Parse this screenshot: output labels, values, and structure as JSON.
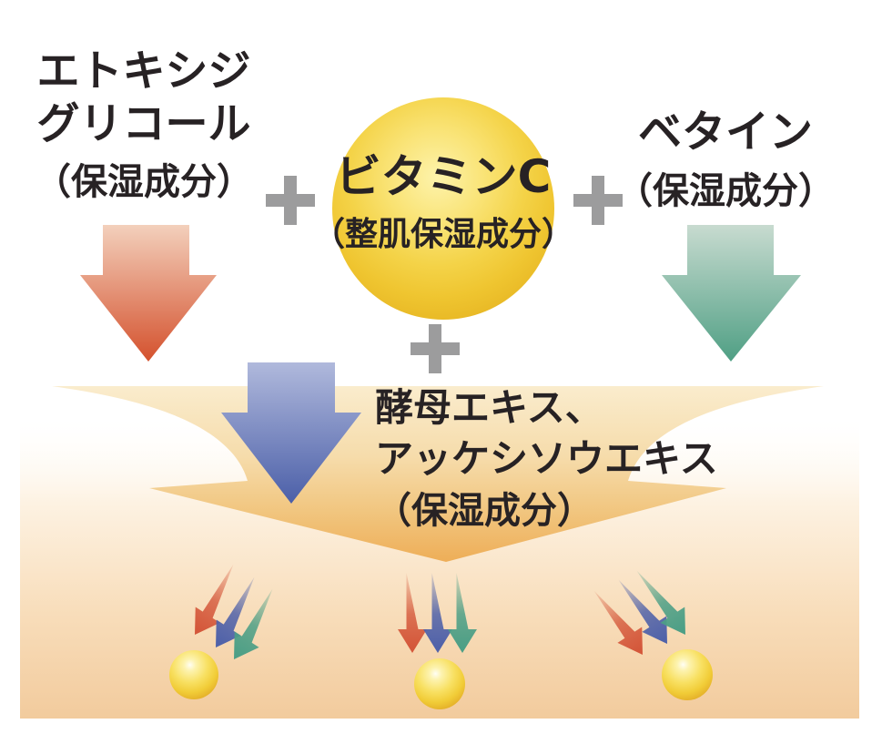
{
  "diagram": {
    "left_ingredient": {
      "name_line1": "エトキシジ",
      "name_line2": "グリコール",
      "category": "（保湿成分）"
    },
    "center_ingredient": {
      "name": "ビタミンC",
      "category": "（整肌保湿成分）"
    },
    "right_ingredient": {
      "name": "ベタイン",
      "category": "（保湿成分）"
    },
    "combined_ingredient": {
      "name_line1": "酵母エキス、",
      "name_line2": "アッケシソウエキス",
      "category": "（保湿成分）"
    },
    "plus_symbol": "+"
  },
  "colors": {
    "text": "#272224",
    "plus_gray": "#9c9c9d",
    "red_arrow": "#d4512d",
    "blue_arrow": "#4b5fa8",
    "teal_arrow": "#4f9f84",
    "funnel_orange": "#eeae58",
    "skin_tone": "#f2cb9d",
    "vitamin_gold": "#f4d348"
  }
}
